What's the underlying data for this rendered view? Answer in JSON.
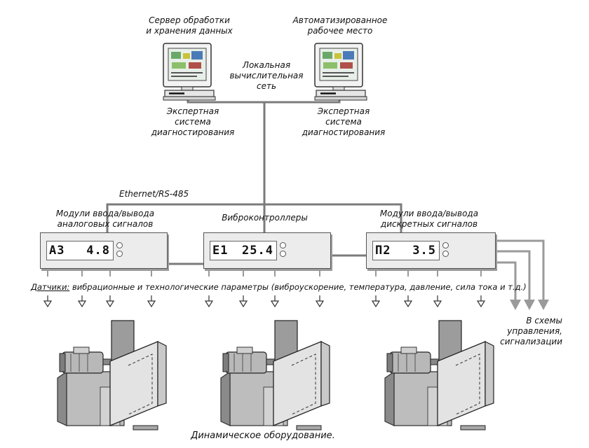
{
  "workstations": [
    {
      "title_line1": "Сервер обработки",
      "title_line2": "и хранения данных",
      "caption_line1": "Экспертная",
      "caption_line2": "система",
      "caption_line3": "диагностирования"
    },
    {
      "title_line1": "Автоматизированное",
      "title_line2": "рабочее место",
      "caption_line1": "Экспертная",
      "caption_line2": "система",
      "caption_line3": "диагностирования"
    }
  ],
  "network": {
    "line1": "Локальная",
    "line2": "вычислительная",
    "line3": "сеть",
    "bus_label": "Ethernet/RS-485"
  },
  "modules": [
    {
      "title_line1": "Модули ввода/вывода",
      "title_line2": "аналоговых сигналов",
      "channel": "A3",
      "reading": "4.8"
    },
    {
      "title_line1": "Виброконтроллеры",
      "title_line2": "",
      "channel": "E1",
      "reading": "25.4"
    },
    {
      "title_line1": "Модули ввода/вывода",
      "title_line2": "дискретных сигналов",
      "channel": "П2",
      "reading": "3.5"
    }
  ],
  "sensors": {
    "label": "Датчики:",
    "description": "вибрационные и технологические параметры (виброускорение, температура, давление, сила тока и т.д.)"
  },
  "outputs": {
    "line1": "В схемы",
    "line2": "управления,",
    "line3": "сигнализации"
  },
  "equipment": {
    "caption": "Динамическое оборудование."
  }
}
